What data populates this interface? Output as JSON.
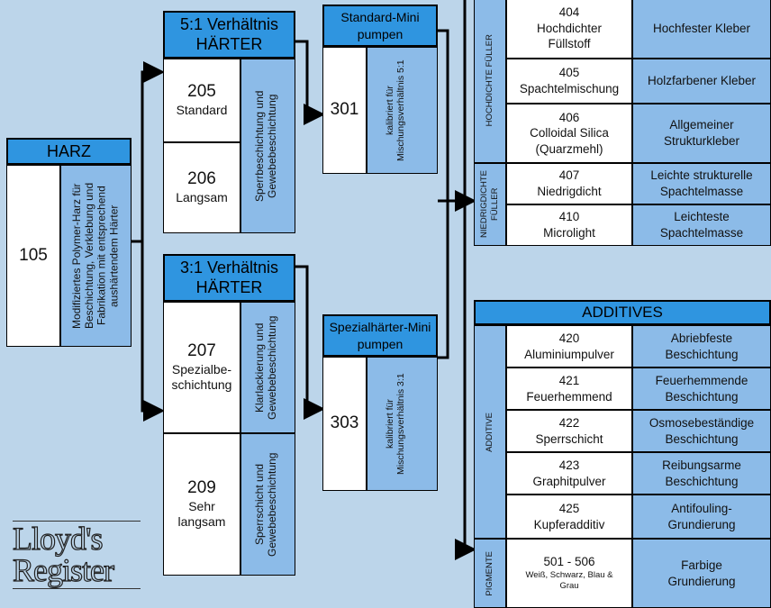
{
  "harz": {
    "title": "HARZ",
    "code": "105",
    "desc": "Modifiziertes Polymer-Harz für Beschichtung, Verklebung und Fabrikation mit entsprechend aushärtendem Härter"
  },
  "haerter51": {
    "title": "5:1 Verhältnis HÄRTER",
    "item1_code": "205",
    "item1_label": "Standard",
    "item2_code": "206",
    "item2_label": "Langsam",
    "desc": "Sperrbeschichtung und Gewebebeschichtung"
  },
  "haerter31": {
    "title": "3:1 Verhältnis HÄRTER",
    "item1_code": "207",
    "item1_label": "Spezialbe-schichtung",
    "item2_code": "209",
    "item2_label": "Sehr langsam",
    "desc1": "Klarlackierung und Gewebebeschichtung",
    "desc2": "Sperrschicht und Gewebebeschichtung"
  },
  "pump1": {
    "title": "Standard-Mini pumpen",
    "code": "301",
    "desc": "kalibriert für Mischungsverhältnis 5:1"
  },
  "pump2": {
    "title": "Spezialhärter-Mini pumpen",
    "code": "303",
    "desc": "kalibriert für Mischungsverhältnis 3:1"
  },
  "fueller": {
    "hochdicht_label": "HOCHDICHTE FÜLLER",
    "niedrig_label": "NIEDRIGDICHTE FÜLLER",
    "rows": [
      {
        "code": "404",
        "name": "Hochdichter Füllstoff",
        "use": "Hochfester Kleber"
      },
      {
        "code": "405",
        "name": "Spachtelmischung",
        "use": "Holzfarbener Kleber"
      },
      {
        "code": "406",
        "name": "Colloidal Silica (Quarzmehl)",
        "use": "Allgemeiner Strukturkleber"
      },
      {
        "code": "407",
        "name": "Niedrigdicht",
        "use": "Leichte strukturelle Spachtelmasse"
      },
      {
        "code": "410",
        "name": "Microlight",
        "use": "Leichteste Spachtelmasse"
      }
    ]
  },
  "additives": {
    "title": "ADDITIVES",
    "side_label": "ADDITIVE",
    "rows": [
      {
        "code": "420",
        "name": "Aluminiumpulver",
        "use": "Abriebfeste Beschichtung"
      },
      {
        "code": "421",
        "name": "Feuerhemmend",
        "use": "Feuerhemmende Beschichtung"
      },
      {
        "code": "422",
        "name": "Sperrschicht",
        "use": "Osmosebeständige Beschichtung"
      },
      {
        "code": "423",
        "name": "Graphitpulver",
        "use": "Reibungsarme Beschichtung"
      },
      {
        "code": "425",
        "name": "Kupferadditiv",
        "use": "Antifouling-Grundierung"
      }
    ]
  },
  "pigmente": {
    "side_label": "PIGMENTE",
    "code": "501 - 506",
    "name": "Weiß, Schwarz, Blau & Grau",
    "use": "Farbige Grundierung"
  },
  "logo": {
    "line1": "Lloyd's",
    "line2": "Register"
  }
}
